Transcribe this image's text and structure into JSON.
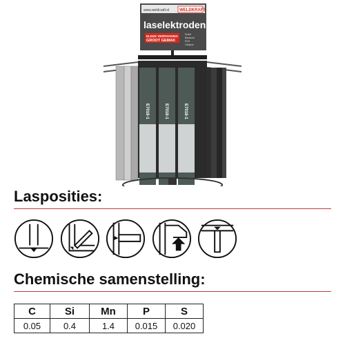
{
  "display": {
    "sign_header_small": "www.weldcraft.nl",
    "sign_brand": "WELDKRAFT",
    "sign_title": "laselektroden",
    "sign_badge_line1": "ELEKE VERPAKKING",
    "sign_badge_line2": "GROOT GEMAK",
    "sign_bullets": [
      "Rutiel",
      "Basische",
      "RVS",
      "Gietijzer"
    ],
    "package_code": "E7018-1"
  },
  "positions": {
    "title": "Lasposities:",
    "icons": [
      {
        "name": "flat-position-icon"
      },
      {
        "name": "horizontal-vertical-position-icon"
      },
      {
        "name": "horizontal-position-icon"
      },
      {
        "name": "vertical-up-position-icon"
      },
      {
        "name": "overhead-position-icon"
      }
    ]
  },
  "composition": {
    "title": "Chemische samenstelling:",
    "headers": [
      "C",
      "Si",
      "Mn",
      "P",
      "S"
    ],
    "values": [
      "0.05",
      "0.4",
      "1.4",
      "0.015",
      "0.020"
    ]
  },
  "colors": {
    "accent_rule": "#c23a3a",
    "sign_red": "#d42a1e",
    "rack_dark": "#2b2b2b"
  }
}
